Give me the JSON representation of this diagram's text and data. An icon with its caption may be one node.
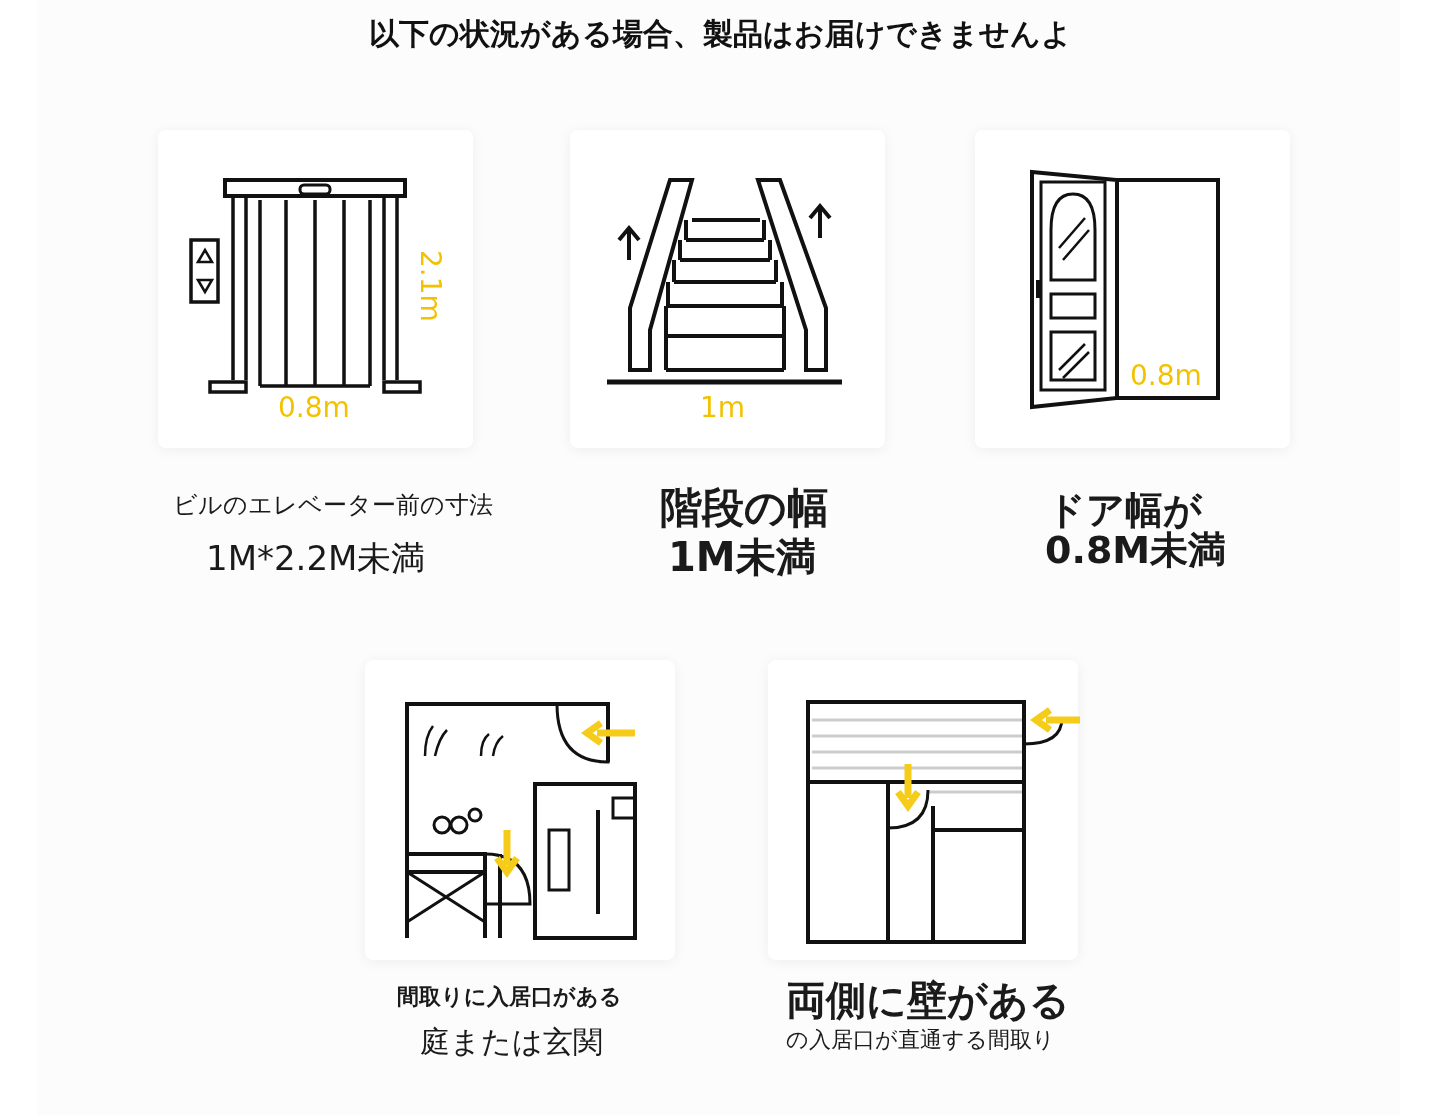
{
  "diagram": {
    "title": "以下の状況がある場合、製品はお届けできませんよ",
    "nodes": [
      {
        "text": [
          "0.8m",
          "2.1m"
        ],
        "beside": [
          "ビルのエレベーター前の寸法",
          "1M*2.2M未満"
        ]
      },
      {
        "text": [
          "1m"
        ],
        "beside": [
          "階段の幅",
          "1M未満"
        ]
      },
      {
        "text": [
          "0.8m"
        ],
        "beside": [
          "ドア幅が",
          "0.8M未満"
        ]
      },
      {
        "text": [],
        "shape": "picture",
        "beside": [
          "間取りに入居口がある",
          "庭または玄関"
        ]
      },
      {
        "text": [],
        "shape": "picture",
        "beside": [
          "両側に壁がある",
          "の入居口が直通する間取り"
        ]
      }
    ],
    "edges": []
  }
}
